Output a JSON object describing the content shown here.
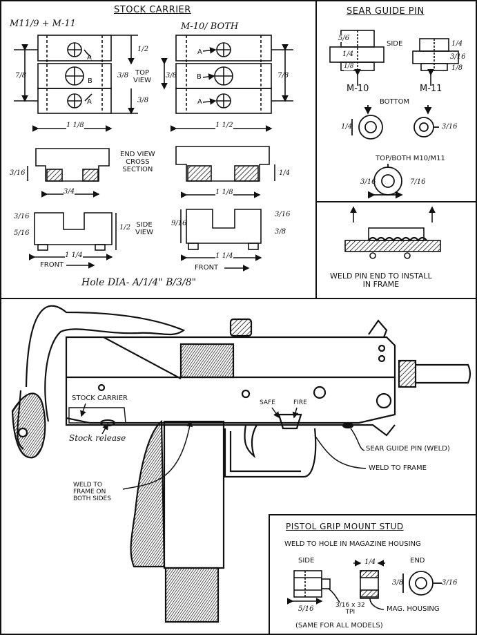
{
  "stock_carrier": {
    "title": "STOCK CARRIER",
    "left_model": "M11/9 + M-11",
    "right_model": "M-10/ BOTH",
    "hole_a": "A",
    "hole_b": "B",
    "dims": {
      "left_overall": "7/8",
      "left_top_gap": "1/2",
      "left_mid": "3/8",
      "center_mid": "3/8",
      "center_bottom": "3/8",
      "right_mid": "3/8",
      "right_overall": "7/8",
      "left_width": "1 1/8",
      "right_width": "1 1/2",
      "end_left_height": "3/16",
      "end_left_width": "3/4",
      "end_right_width": "1 1/8",
      "end_right_height": "1/4",
      "side_left_a": "3/16",
      "side_left_b": "5/16",
      "side_left_c": "1/2",
      "side_left_len": "1 1/4",
      "side_right_a": "9/16",
      "side_right_b": "3/16",
      "side_right_c": "3/8",
      "side_right_len": "1 1/4"
    },
    "top_view_label": "TOP\nVIEW",
    "end_view_label": "END VIEW\nCROSS\nSECTION",
    "side_view_label": "SIDE\nVIEW",
    "front_label": "FRONT",
    "hole_note": "Hole DIA- A/1/4\"  B/3/8\""
  },
  "sear_guide_pin": {
    "title": "SEAR GUIDE PIN",
    "side_label": "SIDE",
    "m10": "M-10",
    "m11": "M-11",
    "bottom_label": "BOTTOM",
    "top_label": "TOP/BOTH M10/M11",
    "dims": {
      "m10_a": "5/6",
      "m10_b": "1/4",
      "m10_c": "1/8",
      "m11_a": "1/4",
      "m11_b": "3/16",
      "m11_c": "1/8",
      "bottom_m10": "1/4",
      "bottom_m11": "3/16",
      "top_a": "3/16",
      "top_b": "7/16"
    },
    "weld_note": "WELD PIN END TO INSTALL\nIN FRAME"
  },
  "gun": {
    "stock_carrier_label": "STOCK CARRIER",
    "stock_release_label": "Stock release",
    "safe_label": "SAFE",
    "fire_label": "FIRE",
    "sear_pin_label": "SEAR GUIDE PIN (WELD)",
    "weld_frame_label": "WELD TO FRAME",
    "weld_sides_label": "WELD TO\nFRAME ON\nBOTH SIDES"
  },
  "grip_stud": {
    "title": "PISTOL GRIP MOUNT STUD",
    "subtitle": "WELD TO HOLE IN MAGAZINE HOUSING",
    "side_label": "SIDE",
    "end_label": "END",
    "dims": {
      "length": "5/16",
      "thread": "3/16 x 32\nTPI",
      "top": "1/4",
      "end_a": "3/8",
      "end_b": "3/16"
    },
    "mag_housing": "MAG. HOUSING",
    "all_models": "(SAME FOR ALL MODELS)"
  }
}
